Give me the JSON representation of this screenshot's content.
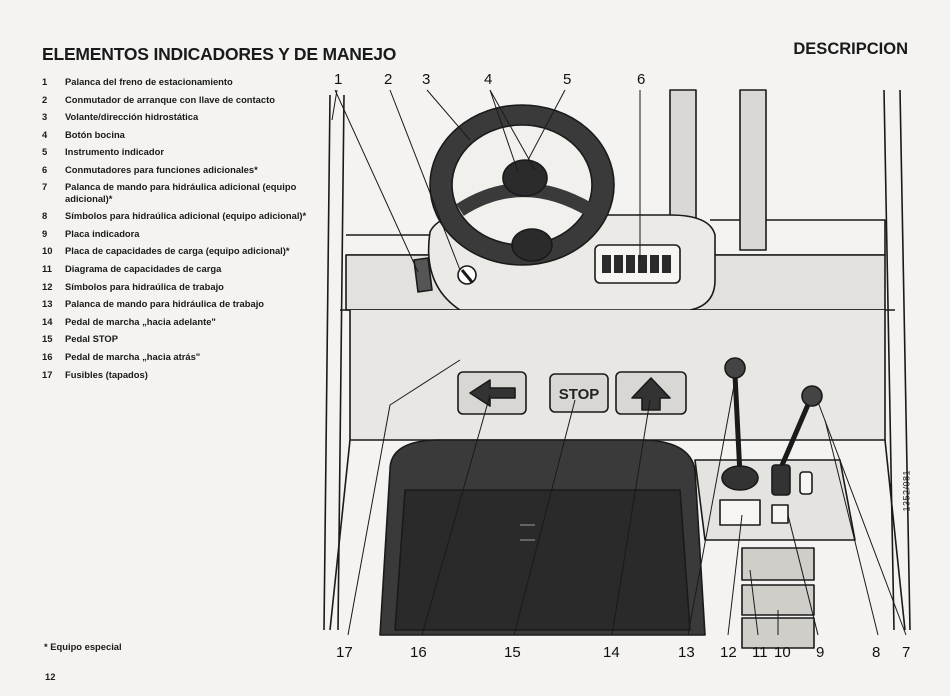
{
  "header": {
    "title": "ELEMENTOS INDICADORES Y DE MANEJO",
    "section": "DESCRIPCION"
  },
  "legend": [
    {
      "num": "1",
      "text": "Palanca del freno de estacionamiento"
    },
    {
      "num": "2",
      "text": "Conmutador de arranque con llave de contacto"
    },
    {
      "num": "3",
      "text": "Volante/dirección hidrostática"
    },
    {
      "num": "4",
      "text": "Botón bocina"
    },
    {
      "num": "5",
      "text": "Instrumento indicador"
    },
    {
      "num": "6",
      "text": "Conmutadores para funciones adicionales*"
    },
    {
      "num": "7",
      "text": "Palanca de mando para hidráulica adicional (equipo adicional)*"
    },
    {
      "num": "8",
      "text": "Símbolos para hidraúlica adicional (equipo adicional)*"
    },
    {
      "num": "9",
      "text": "Placa indicadora"
    },
    {
      "num": "10",
      "text": "Placa de capacidades de carga (equipo adicional)*"
    },
    {
      "num": "11",
      "text": "Diagrama de capacidades de carga"
    },
    {
      "num": "12",
      "text": "Símbolos para hidraúlica de trabajo"
    },
    {
      "num": "13",
      "text": "Palanca de mando para hidráulica de trabajo"
    },
    {
      "num": "14",
      "text": "Pedal de marcha „hacia adelante\""
    },
    {
      "num": "15",
      "text": "Pedal STOP"
    },
    {
      "num": "16",
      "text": "Pedal de marcha „hacia atrás\""
    },
    {
      "num": "17",
      "text": "Fusibles (tapados)"
    }
  ],
  "footnote": "* Equipo especial",
  "page_number": "12",
  "figure": {
    "stop_label": "STOP",
    "reference_code": "1352/081",
    "callouts_top": [
      "1",
      "2",
      "3",
      "4",
      "5",
      "6"
    ],
    "callouts_bottom": [
      "17",
      "16",
      "15",
      "14",
      "13",
      "12",
      "11",
      "10",
      "9",
      "8",
      "7"
    ]
  }
}
